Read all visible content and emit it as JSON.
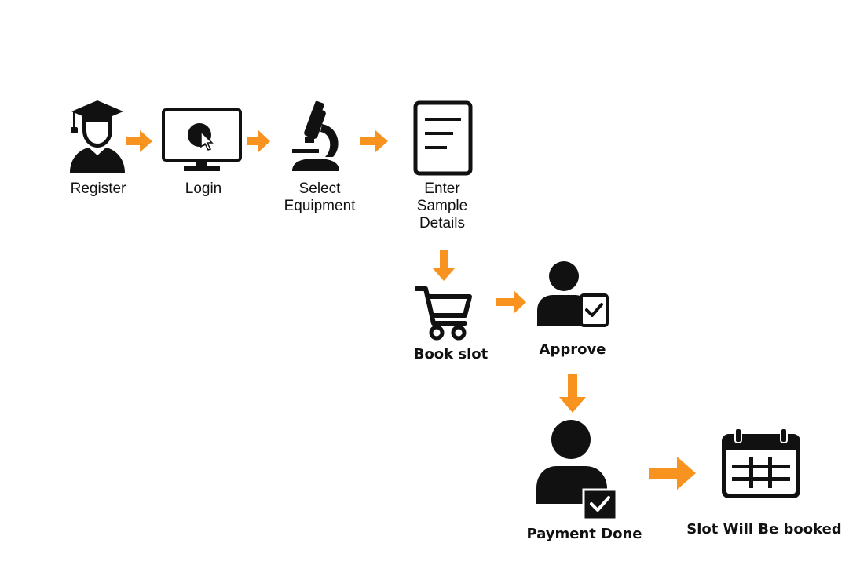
{
  "steps": {
    "register": {
      "label": "Register",
      "icon": "graduate-student-icon"
    },
    "login": {
      "label": "Login",
      "icon": "monitor-login-icon"
    },
    "select_equipment": {
      "label_line1": "Select",
      "label_line2": "Equipment",
      "icon": "microscope-icon"
    },
    "enter_sample_details": {
      "label_line1": "Enter",
      "label_line2": "Sample",
      "label_line3": "Details",
      "icon": "document-icon"
    },
    "book_slot": {
      "label": "Book slot",
      "icon": "shopping-cart-icon"
    },
    "approve": {
      "label": "Approve",
      "icon": "user-approve-icon"
    },
    "payment_done": {
      "label": "Payment Done",
      "icon": "user-checked-icon"
    },
    "slot_booked": {
      "label": "Slot Will Be booked",
      "icon": "calendar-icon"
    }
  },
  "colors": {
    "arrow": "#F7931E",
    "icon": "#111111",
    "background": "#FFFFFF"
  }
}
